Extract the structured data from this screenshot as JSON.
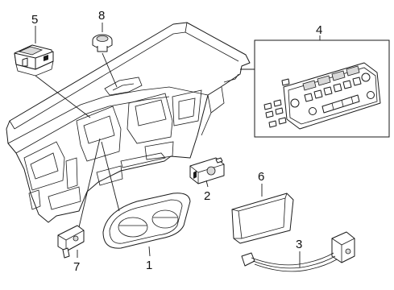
{
  "callouts": {
    "c1": "1",
    "c2": "2",
    "c3": "3",
    "c4": "4",
    "c5": "5",
    "c6": "6",
    "c7": "7",
    "c8": "8"
  },
  "parts": {
    "p1": "instrument-cluster",
    "p2": "headlamp-switch",
    "p3": "wiring-harness-switch",
    "p4": "radio-climate-control-panel",
    "p5": "switch-module",
    "p6": "display-screen",
    "p7": "knee-switch",
    "p8": "sensor"
  }
}
